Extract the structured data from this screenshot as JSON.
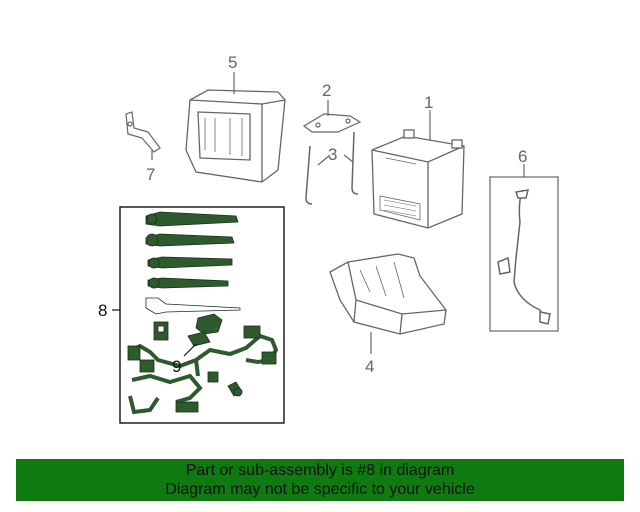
{
  "callouts": {
    "c1": "1",
    "c2": "2",
    "c3": "3",
    "c4": "4",
    "c5": "5",
    "c6": "6",
    "c7": "7",
    "c8": "8",
    "c9": "9"
  },
  "banner": {
    "line1": "Part or sub-assembly is #8 in diagram",
    "line2": "Diagram may not be specific to your vehicle"
  },
  "colors": {
    "highlight": "#2e5b2e",
    "banner": "#0f7a0f",
    "line": "#666666"
  }
}
